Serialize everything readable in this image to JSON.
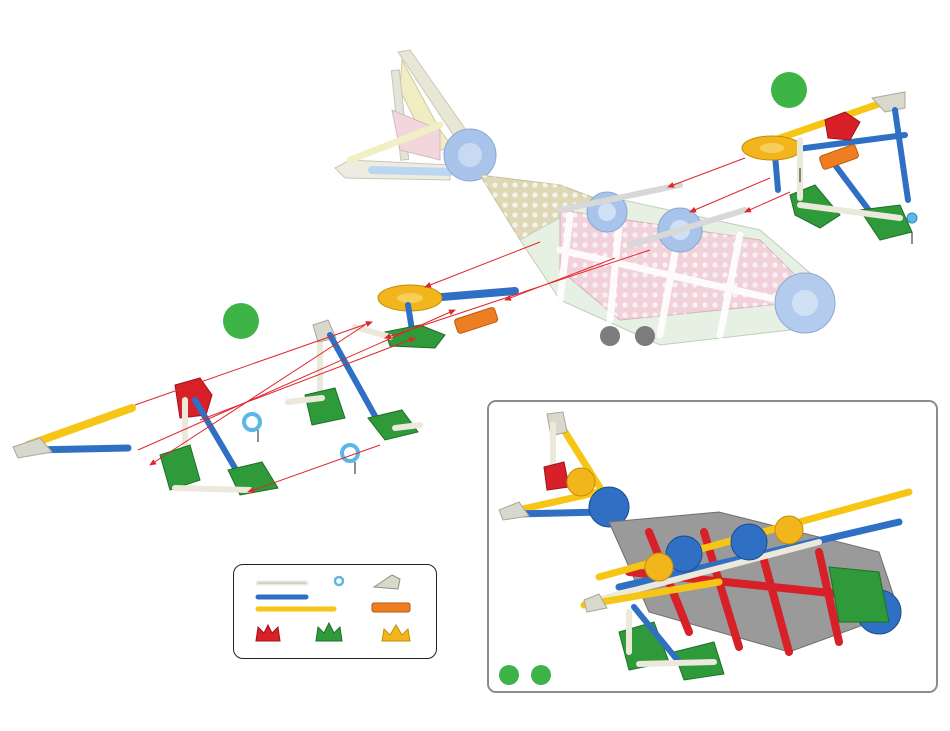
{
  "colors": {
    "step_green": "#3fb446",
    "step_grey": "#7c7c7c",
    "arrow_red": "#e0262b",
    "rod_yellow": "#f7c614",
    "rod_blue": "#2f6fc4",
    "rod_white": "#ece9dc",
    "connector_green": "#2f9a3a",
    "connector_red": "#d72027",
    "connector_orange": "#ef7d22",
    "connector_yellow": "#f2b51c",
    "connector_lightblue": "#9cb9e3",
    "ring_lightblue": "#5bb7e6"
  },
  "diagram": {
    "step_markers": [
      {
        "name": "step-right",
        "color": "#3fb446"
      },
      {
        "name": "step-left",
        "color": "#3fb446"
      }
    ],
    "subassembly_markers": [
      {
        "name": "marker-a",
        "color": "#7c7c7c"
      },
      {
        "name": "marker-b",
        "color": "#7c7c7c"
      }
    ],
    "preview_markers": [
      {
        "name": "preview-marker-a",
        "color": "#3fb446"
      },
      {
        "name": "preview-marker-b",
        "color": "#3fb446"
      }
    ]
  },
  "legend": {
    "items": [
      {
        "icon": "white-rod-icon"
      },
      {
        "icon": "blue-ring-icon"
      },
      {
        "icon": "grey-angle-connector-icon"
      },
      {
        "icon": "blue-rod-icon"
      },
      {
        "icon": "yellow-rod-icon"
      },
      {
        "icon": "orange-connector-icon"
      },
      {
        "icon": "red-connector-icon"
      },
      {
        "icon": "green-connector-icon"
      },
      {
        "icon": "yellow-connector-icon"
      }
    ]
  }
}
